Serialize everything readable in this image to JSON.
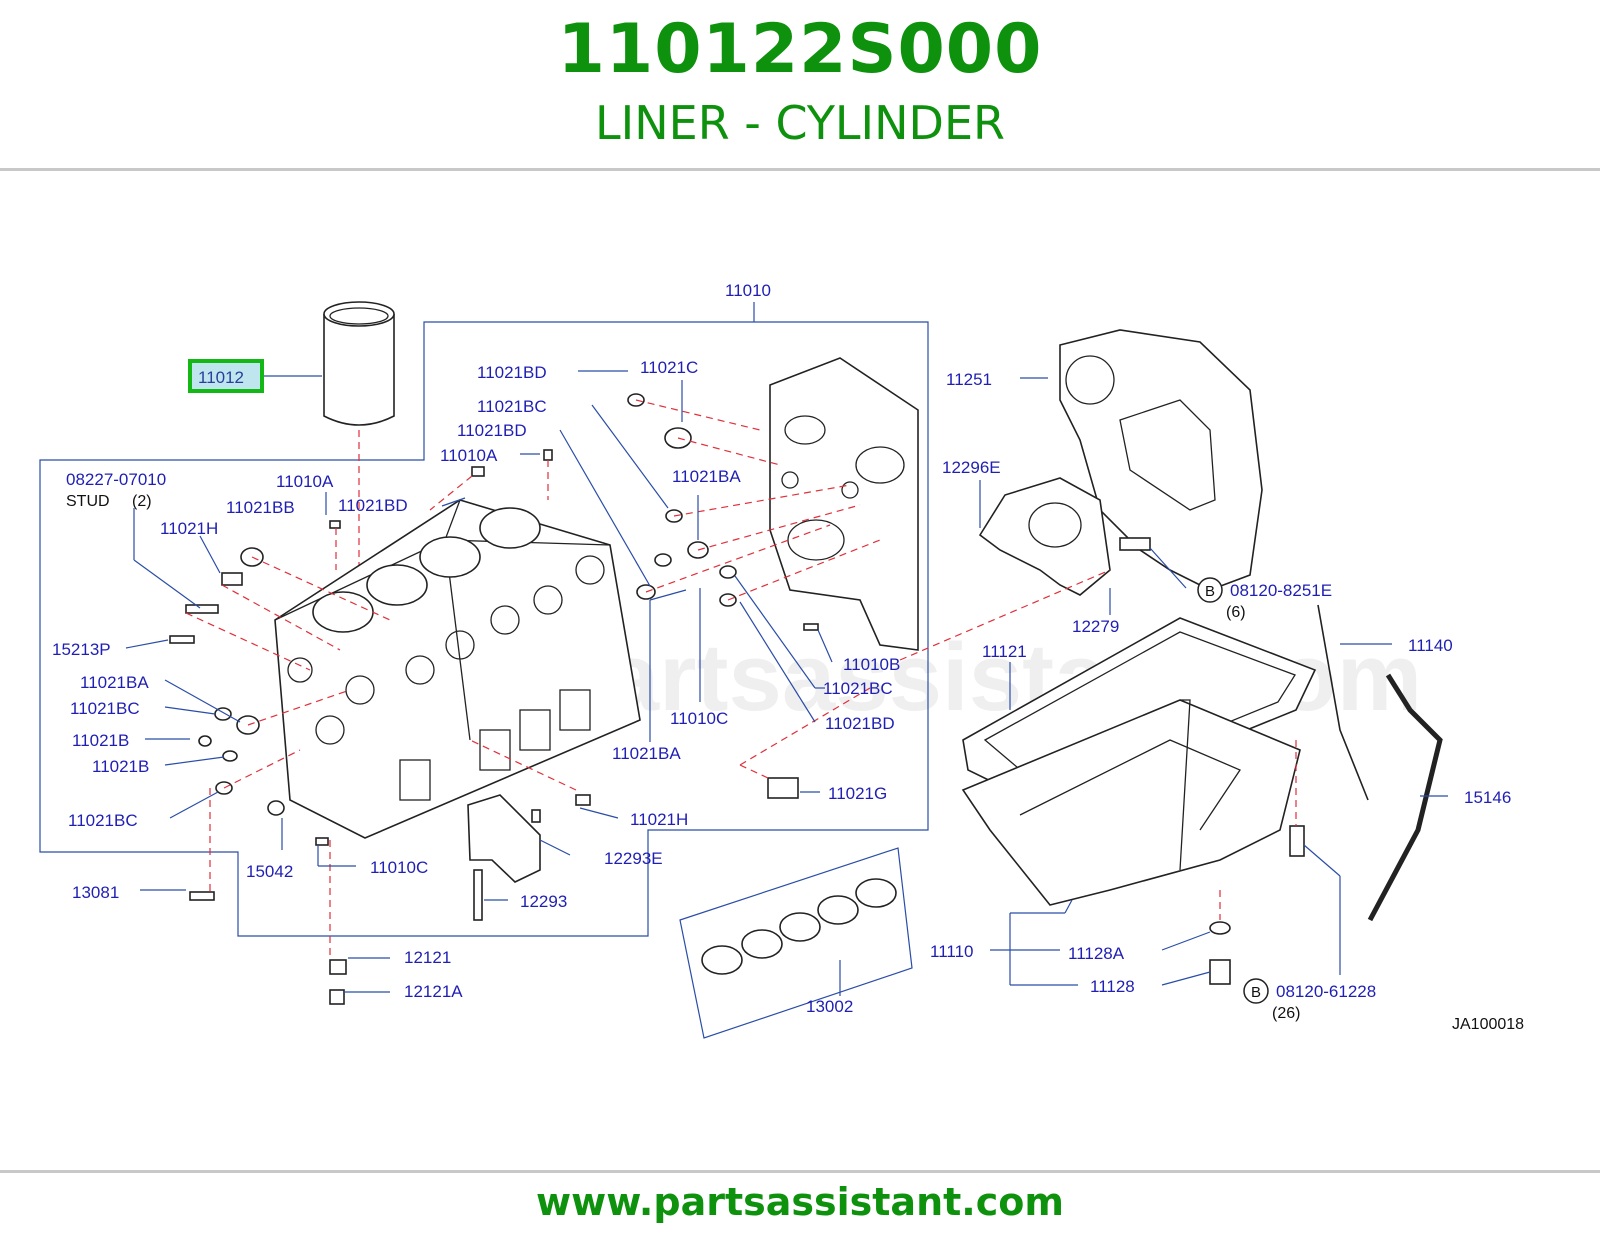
{
  "header": {
    "part_number": "110122S000",
    "part_name": "LINER - CYLINDER"
  },
  "footer": {
    "url": "www.partsassistant.com"
  },
  "colors": {
    "title_green": "#0e920e",
    "callout_blue": "#1f1fb4",
    "highlight_border": "#14b814",
    "highlight_fill": "#bfe6ee",
    "guide_red": "#e0303a"
  },
  "diagram": {
    "watermark": "www.partsassistant.com",
    "ref_code": "JA100018",
    "highlighted_part": "11012",
    "labels": {
      "l11010": "11010",
      "l11012": "11012",
      "l11021BD_a": "11021BD",
      "l11021C": "11021C",
      "l11021BC_a": "11021BC",
      "l11021BD_b": "11021BD",
      "l11010A_a": "11010A",
      "l08227": "08227-07010",
      "stud": "STUD",
      "stud_qty": "(2)",
      "l11010A_b": "11010A",
      "l11021BB": "11021BB",
      "l11021BD_c": "11021BD",
      "l11021BA_a": "11021BA",
      "l11021H_a": "11021H",
      "l15213P": "15213P",
      "l11021BA_b": "11021BA",
      "l11021BC_b": "11021BC",
      "l11021B_a": "11021B",
      "l11021B_b": "11021B",
      "l11021BC_c": "11021BC",
      "l11010B": "11010B",
      "l11021BC_d": "11021BC",
      "l11010C_a": "11010C",
      "l11021BD_d": "11021BD",
      "l11021BA_c": "11021BA",
      "l11021G": "11021G",
      "l11021H_b": "11021H",
      "l12293E": "12293E",
      "l15042": "15042",
      "l11010C_b": "11010C",
      "l13081": "13081",
      "l12293": "12293",
      "l12121": "12121",
      "l12121A": "12121A",
      "l13002": "13002",
      "l11251": "11251",
      "l12296E": "12296E",
      "l12279": "12279",
      "l08120_8251E": "08120-8251E",
      "qty_6": "(6)",
      "l11121": "11121",
      "l11140": "11140",
      "l15146": "15146",
      "l11110": "11110",
      "l11128A": "11128A",
      "l11128": "11128",
      "l08120_61228": "08120-61228",
      "qty_26": "(26)",
      "b1": "B",
      "b2": "B"
    }
  }
}
